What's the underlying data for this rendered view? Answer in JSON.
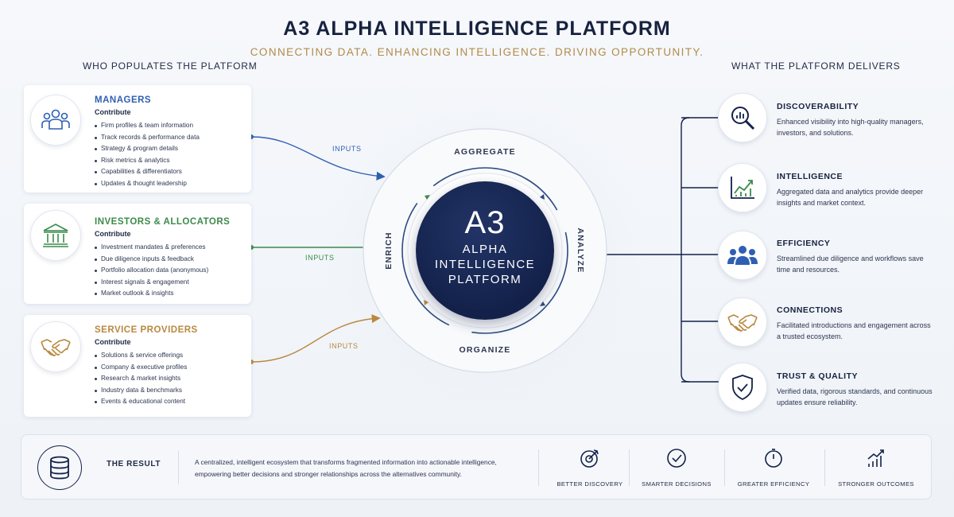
{
  "header": {
    "title": "A3 ALPHA INTELLIGENCE PLATFORM",
    "subtitle": "CONNECTING DATA. ENHANCING INTELLIGENCE. DRIVING OPPORTUNITY."
  },
  "left": {
    "heading": "WHO POPULATES THE PLATFORM",
    "contribute_label": "Contribute",
    "inputs_label": "INPUTS",
    "sources": [
      {
        "title": "MANAGERS",
        "color": "#2f5fb3",
        "icon": "team-icon",
        "items": [
          "Firm profiles & team information",
          "Track records & performance data",
          "Strategy & program details",
          "Risk metrics & analytics",
          "Capabilities & differentiators",
          "Updates & thought leadership"
        ]
      },
      {
        "title": "INVESTORS & ALLOCATORS",
        "color": "#3c8a4a",
        "icon": "bank-icon",
        "items": [
          "Investment mandates & preferences",
          "Due diligence inputs & feedback",
          "Portfolio allocation data (anonymous)",
          "Interest signals & engagement",
          "Market outlook & insights"
        ]
      },
      {
        "title": "SERVICE PROVIDERS",
        "color": "#b8893f",
        "icon": "handshake-icon",
        "items": [
          "Solutions & service offerings",
          "Company & executive profiles",
          "Research & market insights",
          "Industry data & benchmarks",
          "Events & educational content"
        ]
      }
    ]
  },
  "center": {
    "logo": "A3",
    "line1": "ALPHA",
    "line2": "INTELLIGENCE",
    "line3": "PLATFORM",
    "ring": {
      "top": "AGGREGATE",
      "right": "ANALYZE",
      "bottom": "ORGANIZE",
      "left": "ENRICH"
    },
    "navy": "#13214a"
  },
  "right": {
    "heading": "WHAT THE PLATFORM DELIVERS",
    "items": [
      {
        "title": "DISCOVERABILITY",
        "desc": "Enhanced visibility into high-quality managers, investors, and solutions.",
        "icon": "magnifier-chart-icon"
      },
      {
        "title": "INTELLIGENCE",
        "desc": "Aggregated data and analytics provide deeper insights and market context.",
        "icon": "growth-chart-icon"
      },
      {
        "title": "EFFICIENCY",
        "desc": "Streamlined due diligence and workflows save time and resources.",
        "icon": "people-icon"
      },
      {
        "title": "CONNECTIONS",
        "desc": "Facilitated introductions and engagement across a trusted ecosystem.",
        "icon": "handshake-icon"
      },
      {
        "title": "TRUST & QUALITY",
        "desc": "Verified data, rigorous standards, and continuous updates ensure reliability.",
        "icon": "shield-check-icon"
      }
    ]
  },
  "result": {
    "label": "THE RESULT",
    "desc_line1": "A centralized, intelligent ecosystem that transforms fragmented information into actionable intelligence,",
    "desc_line2": "empowering better decisions and stronger relationships across the alternatives community.",
    "outcomes": [
      {
        "label": "BETTER DISCOVERY",
        "icon": "target-icon"
      },
      {
        "label": "SMARTER DECISIONS",
        "icon": "check-circle-icon"
      },
      {
        "label": "GREATER EFFICIENCY",
        "icon": "stopwatch-icon"
      },
      {
        "label": "STRONGER OUTCOMES",
        "icon": "bar-growth-icon"
      }
    ]
  }
}
